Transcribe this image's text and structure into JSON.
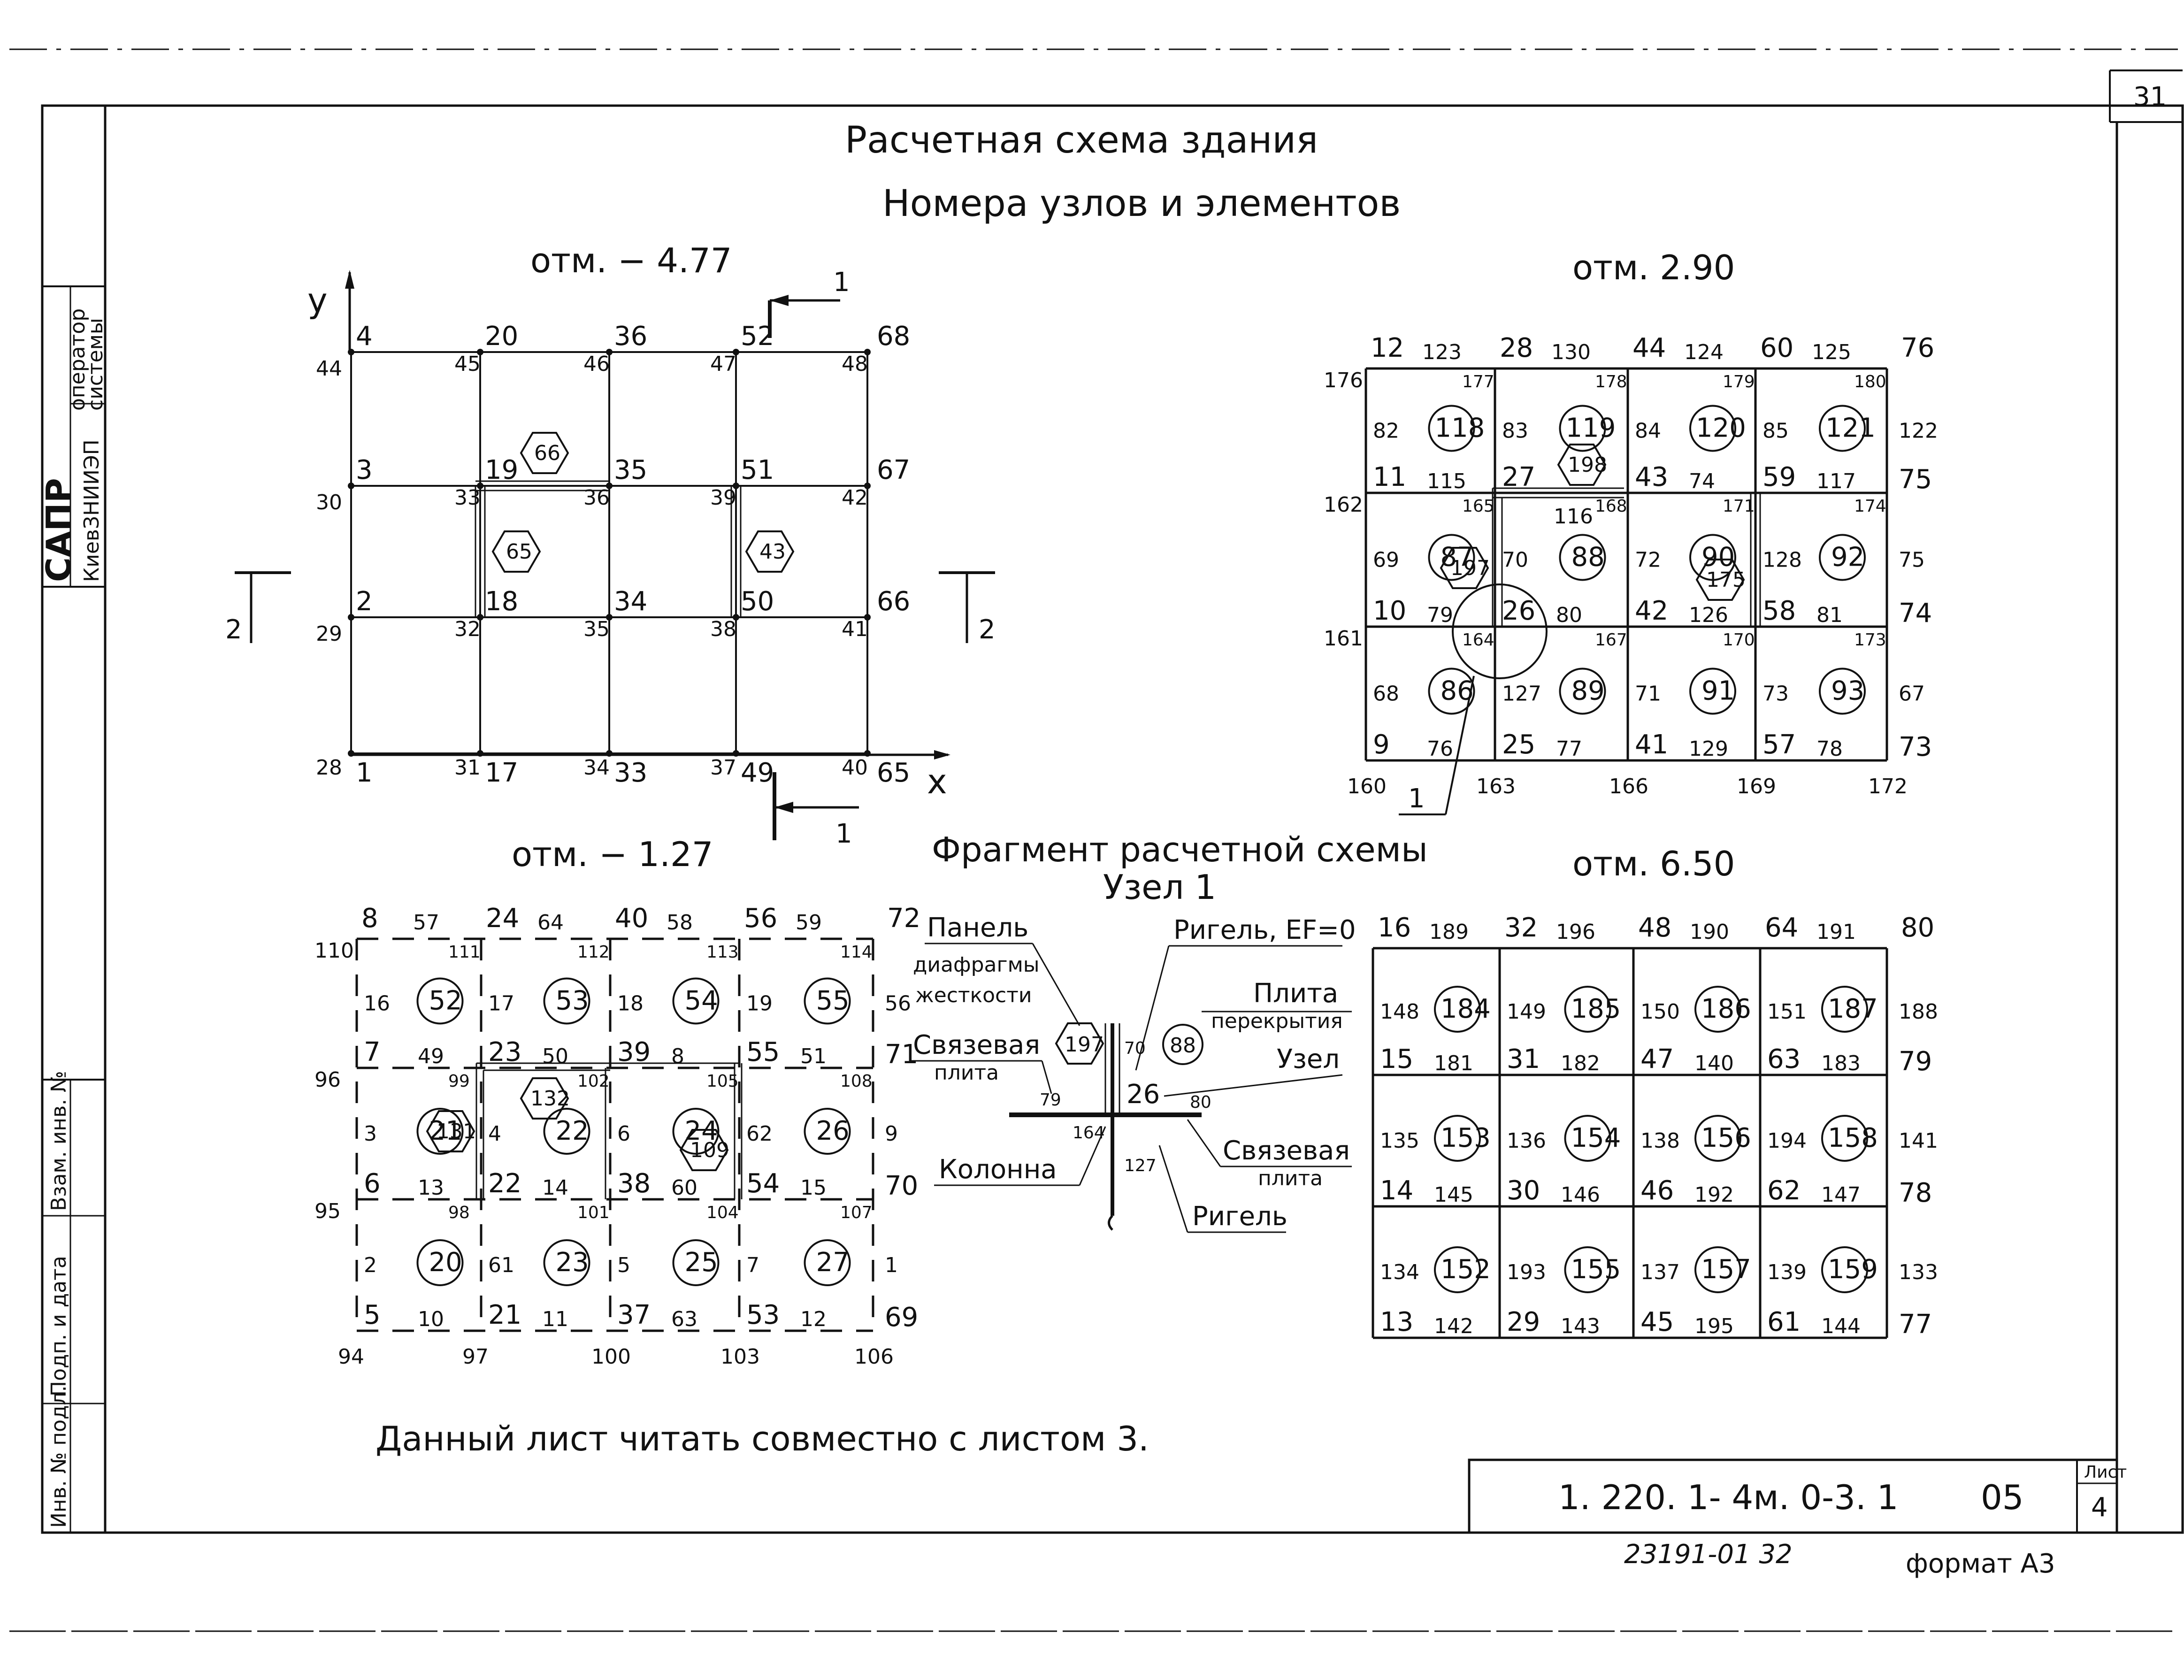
{
  "sheet": {
    "page_number": "31",
    "title_line1": "Расчетная схема здания",
    "title_line2": "Номера узлов и элементов",
    "note": "Данный лист читать совместно с листом 3.",
    "stamp": {
      "company_main": "САПР",
      "company_sub": "КиевЗНИИЭП",
      "operator_line1": "оператор",
      "operator_line2": "системы",
      "side_inv_orig": "Инв. № подл.",
      "side_sign_date": "Подп. и дата",
      "side_inv_repl": "Взам. инв. №",
      "doc_code": "1. 220. 1- 4м. 0-3. 1",
      "doc_sheet_code": "05",
      "sheet_label": "Лист",
      "sheet_number": "4",
      "bottom_number": "23191-01  32",
      "format": "формат А3"
    }
  },
  "plan_477": {
    "level_label": "отм. − 4.77",
    "axis_y": "y",
    "axis_x": "x",
    "section_1": "1",
    "section_2": "2",
    "rows": [
      {
        "nodes": [
          "4",
          "20",
          "36",
          "52",
          "68"
        ],
        "left_elem": "44",
        "elems": [
          "45",
          "46",
          "47",
          "48"
        ]
      },
      {
        "nodes": [
          "3",
          "19",
          "35",
          "51",
          "67"
        ],
        "left_elem": "30",
        "elems": [
          "33",
          "36",
          "39",
          "42"
        ]
      },
      {
        "nodes": [
          "2",
          "18",
          "34",
          "50",
          "66"
        ],
        "left_elem": "29",
        "elems": [
          "32",
          "35",
          "38",
          "41"
        ]
      },
      {
        "nodes": [
          "1",
          "17",
          "33",
          "49",
          "65"
        ],
        "left_elem": "28",
        "elems": [
          "31",
          "34",
          "37",
          "40"
        ]
      }
    ],
    "hex": [
      "66",
      "65",
      "43"
    ]
  },
  "plan_290": {
    "level_label": "отм. 2.90",
    "top_nodes": [
      "12",
      "28",
      "44",
      "60",
      "76"
    ],
    "top_beams": [
      "123",
      "130",
      "124",
      "125"
    ],
    "rows": [
      {
        "left": "176",
        "corners": [
          "177",
          "178",
          "179",
          "180"
        ],
        "cols": [
          "82",
          "83",
          "84",
          "85"
        ],
        "right": "122",
        "plates": [
          "118",
          "119",
          "120",
          "121"
        ],
        "bnodes": [
          "11",
          "27",
          "43",
          "59"
        ],
        "beams": [
          "115",
          "",
          "74",
          "117"
        ],
        "rnode": "75"
      },
      {
        "left": "162",
        "corners": [
          "165",
          "168",
          "171",
          "174"
        ],
        "cols": [
          "69",
          "70",
          "72",
          "128"
        ],
        "right": "75",
        "plates": [
          "87",
          "88",
          "90",
          "92"
        ],
        "bnodes": [
          "10",
          "26",
          "42",
          "58"
        ],
        "beams": [
          "79",
          "80",
          "126",
          "81"
        ],
        "rnode": "74"
      },
      {
        "left": "161",
        "corners": [
          "164",
          "167",
          "170",
          "173"
        ],
        "cols": [
          "68",
          "127",
          "71",
          "73"
        ],
        "right": "67",
        "plates": [
          "86",
          "89",
          "91",
          "93"
        ],
        "bnodes": [
          "9",
          "25",
          "41",
          "57"
        ],
        "beams": [
          "76",
          "77",
          "129",
          "78"
        ],
        "rnode": "73"
      }
    ],
    "bottom": [
      "160",
      "163",
      "166",
      "169",
      "172"
    ],
    "extra_beam": "116",
    "hex": [
      "198",
      "197",
      "175"
    ],
    "callout": "1"
  },
  "plan_127": {
    "level_label": "отм. − 1.27",
    "top_nodes": [
      "8",
      "24",
      "40",
      "56",
      "72"
    ],
    "top_beams": [
      "57",
      "64",
      "58",
      "59"
    ],
    "rows": [
      {
        "left": "110",
        "corners": [
          "111",
          "112",
          "113",
          "114"
        ],
        "cols": [
          "16",
          "17",
          "18",
          "19"
        ],
        "right": "56",
        "plates": [
          "52",
          "53",
          "54",
          "55"
        ],
        "bnodes": [
          "7",
          "23",
          "39",
          "55"
        ],
        "beams": [
          "49",
          "50",
          "8",
          "51"
        ],
        "rnode": "71"
      },
      {
        "left": "96",
        "corners": [
          "99",
          "102",
          "105",
          "108"
        ],
        "cols": [
          "3",
          "4",
          "6",
          "62"
        ],
        "right": "9",
        "plates": [
          "21",
          "22",
          "24",
          "26"
        ],
        "bnodes": [
          "6",
          "22",
          "38",
          "54"
        ],
        "beams": [
          "13",
          "14",
          "60",
          "15"
        ],
        "rnode": "70"
      },
      {
        "left": "95",
        "corners": [
          "98",
          "101",
          "104",
          "107"
        ],
        "cols": [
          "2",
          "61",
          "5",
          "7"
        ],
        "right": "1",
        "plates": [
          "20",
          "23",
          "25",
          "27"
        ],
        "bnodes": [
          "5",
          "21",
          "37",
          "53"
        ],
        "beams": [
          "10",
          "11",
          "63",
          "12"
        ],
        "rnode": "69"
      }
    ],
    "bottom": [
      "94",
      "97",
      "100",
      "103",
      "106"
    ],
    "hex": [
      "131",
      "132",
      "109"
    ]
  },
  "fragment": {
    "title_line1": "Фрагмент расчетной схемы",
    "title_line2": "Узел 1",
    "panel_line1": "Панель",
    "panel_line2": "диафрагмы",
    "panel_line3": "жесткости",
    "rigel_ef": "Ригель, EF=0",
    "plate_line1": "Плита",
    "plate_line2": "перекрытия",
    "node_label": "Узел",
    "link_left1": "Связевая",
    "link_left2": "плита",
    "link_right1": "Связевая",
    "link_right2": "плита",
    "column": "Колонна",
    "rigel": "Ригель",
    "n197": "197",
    "n88": "88",
    "n70": "70",
    "n79": "79",
    "n26": "26",
    "n80": "80",
    "n164": "164",
    "n127": "127"
  },
  "plan_650": {
    "level_label": "отм. 6.50",
    "top_nodes": [
      "16",
      "32",
      "48",
      "64",
      "80"
    ],
    "top_beams": [
      "189",
      "196",
      "190",
      "191"
    ],
    "rows": [
      {
        "cols": [
          "148",
          "149",
          "150",
          "151"
        ],
        "right": "188",
        "plates": [
          "184",
          "185",
          "186",
          "187"
        ],
        "bnodes": [
          "15",
          "31",
          "47",
          "63"
        ],
        "beams": [
          "181",
          "182",
          "140",
          "183"
        ],
        "rnode": "79"
      },
      {
        "cols": [
          "135",
          "136",
          "138",
          "194"
        ],
        "right": "141",
        "plates": [
          "153",
          "154",
          "156",
          "158"
        ],
        "bnodes": [
          "14",
          "30",
          "46",
          "62"
        ],
        "beams": [
          "145",
          "146",
          "192",
          "147"
        ],
        "rnode": "78"
      },
      {
        "cols": [
          "134",
          "193",
          "137",
          "139"
        ],
        "right": "133",
        "plates": [
          "152",
          "155",
          "157",
          "159"
        ],
        "bnodes": [
          "13",
          "29",
          "45",
          "61"
        ],
        "beams": [
          "142",
          "143",
          "195",
          "144"
        ],
        "rnode": "77"
      }
    ]
  }
}
